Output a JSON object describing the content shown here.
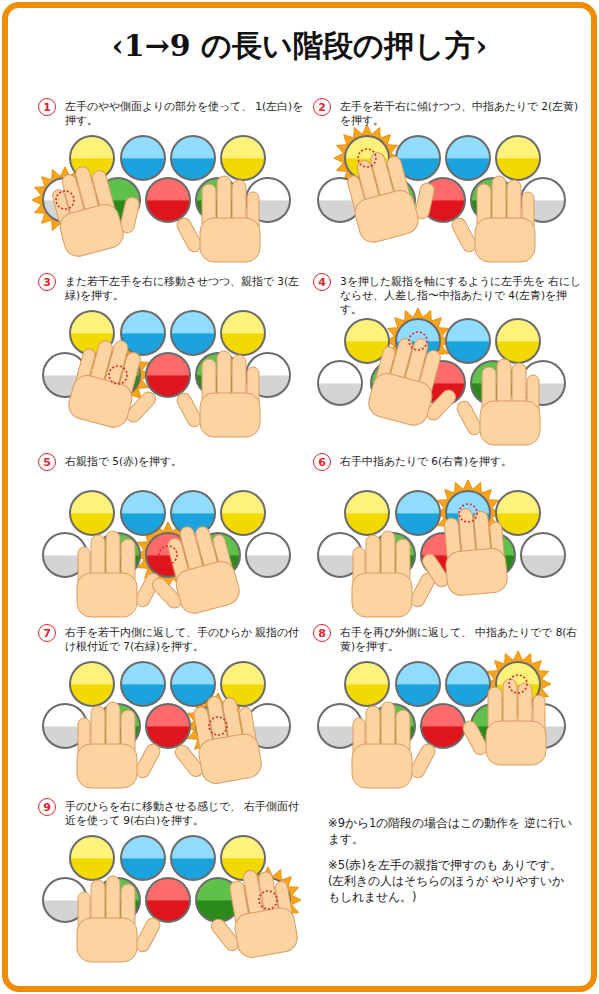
{
  "diagram": {
    "title": "‹1→9 の長い階段の押し方›",
    "nodes": [
      {
        "text": [
          "1"
        ]
      },
      {
        "text": [
          "2"
        ]
      },
      {
        "text": [
          "3"
        ]
      },
      {
        "text": [
          "4"
        ]
      },
      {
        "text": [
          "5"
        ]
      },
      {
        "text": [
          "6"
        ]
      },
      {
        "text": [
          "7"
        ]
      },
      {
        "text": [
          "8"
        ]
      },
      {
        "text": [
          "9"
        ]
      }
    ],
    "labels": [
      "左手のやや側面よりの部分を使って、 1(左白)を押す。",
      "左手を若干右に傾けつつ、中指あたりで 2(左黄)を押す。",
      "また若干左手を右に移動させつつ、親指で 3(左緑)を押す。",
      "3を押した親指を軸にするように左手先を 右にしならせ、人差し指〜中指あたりで 4(左青)を押す。",
      "右親指で 5(赤)を押す。",
      "右手中指あたりで 6(右青)を押す。",
      "右手を若干内側に返して、手のひらか 親指の付け根付近で 7(右緑)を押す。",
      "右手を再び外側に返して、 中指あたりでで 8(右黄)を押す。",
      "手のひらを右に移動させる感じで、 右手側面付近を使って 9(右白)を押す。",
      "※9から1の階段の場合はこの動作を 逆に行います。",
      "※5(赤)を左手の親指で押すのも ありです。",
      "(左利きの人はそちらのほうが やりやすいかもしれません。)"
    ]
  }
}
